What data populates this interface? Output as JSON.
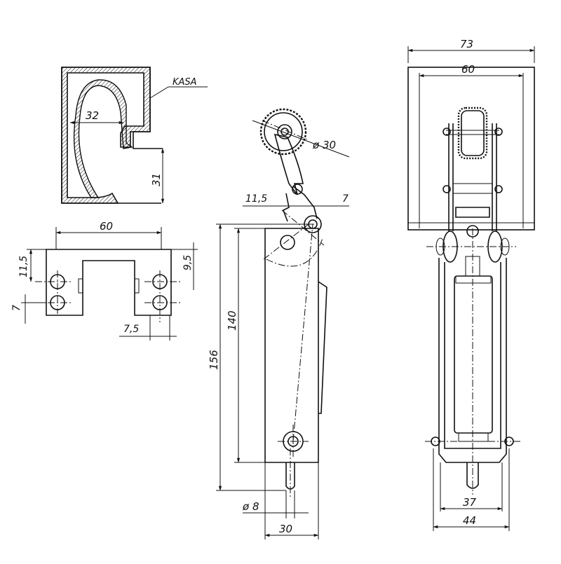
{
  "labels": {
    "kasa": "KASA",
    "d_32": "32",
    "d_31": "31",
    "d_60_front": "60",
    "d_11_5_left": "11,5",
    "d_9_5": "9,5",
    "d_7_left": "7",
    "d_7_5": "7,5",
    "d_phi_30": "ø 30",
    "d_11_5_side": "11,5",
    "d_7_side": "7",
    "d_140": "140",
    "d_156": "156",
    "d_phi_8": "ø 8",
    "d_30": "30",
    "d_73": "73",
    "d_60_right": "60",
    "d_37": "37",
    "d_44": "44"
  },
  "colors": {
    "line": "#111111",
    "background": "#ffffff"
  }
}
